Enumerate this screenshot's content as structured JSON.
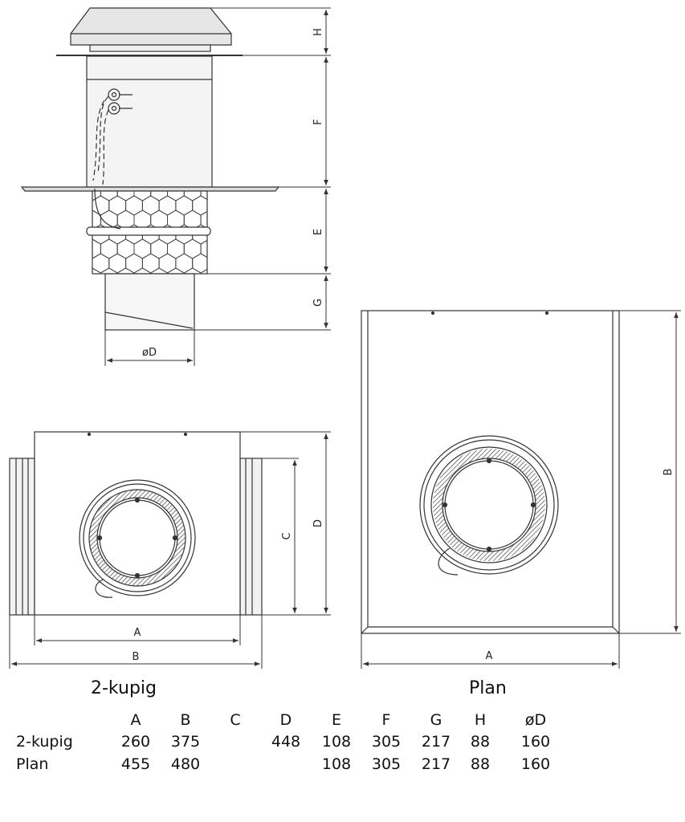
{
  "dimensions": {
    "H": "H",
    "F": "F",
    "E": "E",
    "G": "G",
    "D_dia": "øD",
    "C": "C",
    "D": "D",
    "A": "A",
    "B": "B"
  },
  "captions": {
    "left": "2-kupig",
    "right": "Plan"
  },
  "table": {
    "headers": [
      "A",
      "B",
      "C",
      "D",
      "E",
      "F",
      "G",
      "H",
      "øD"
    ],
    "rows": [
      {
        "name": "2-kupig",
        "cells": [
          "260",
          "375",
          "",
          "448",
          "108",
          "305",
          "217",
          "88",
          "160"
        ]
      },
      {
        "name": "Plan",
        "cells": [
          "455",
          "480",
          "",
          "",
          "108",
          "305",
          "217",
          "88",
          "160"
        ]
      }
    ]
  },
  "colors": {
    "line": "#333333",
    "fill": "#eeeeee"
  }
}
